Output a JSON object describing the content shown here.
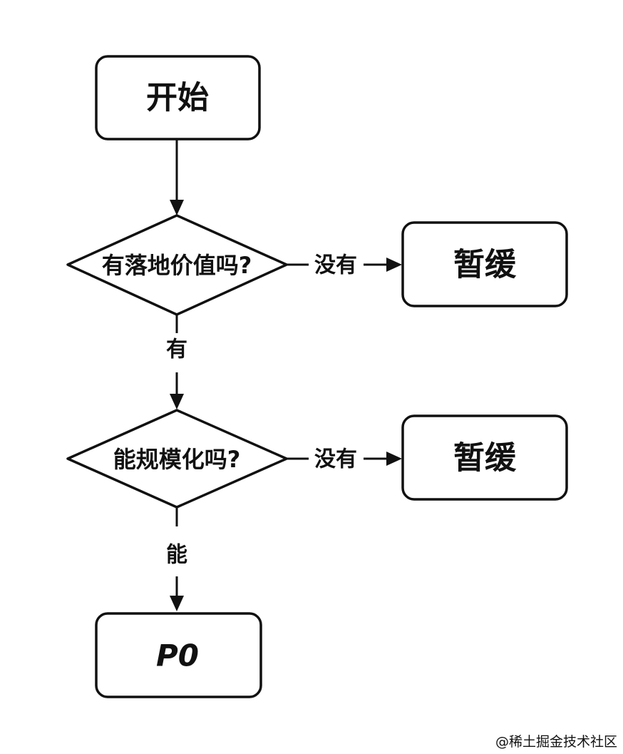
{
  "diagram": {
    "nodes": {
      "start": {
        "label": "开始"
      },
      "decision_value": {
        "label": "有落地价值吗?"
      },
      "pause_1": {
        "label": "暂缓"
      },
      "decision_scale": {
        "label": "能规模化吗?"
      },
      "pause_2": {
        "label": "暂缓"
      },
      "p0": {
        "label": "P0"
      }
    },
    "edges": {
      "value_no": {
        "label": "没有"
      },
      "value_yes": {
        "label": "有"
      },
      "scale_no": {
        "label": "没有"
      },
      "scale_yes": {
        "label": "能"
      }
    }
  },
  "watermark": {
    "text": "@稀土掘金技术社区"
  },
  "colors": {
    "stroke": "#111111",
    "background": "#ffffff",
    "watermark": "#c6c6c6"
  }
}
